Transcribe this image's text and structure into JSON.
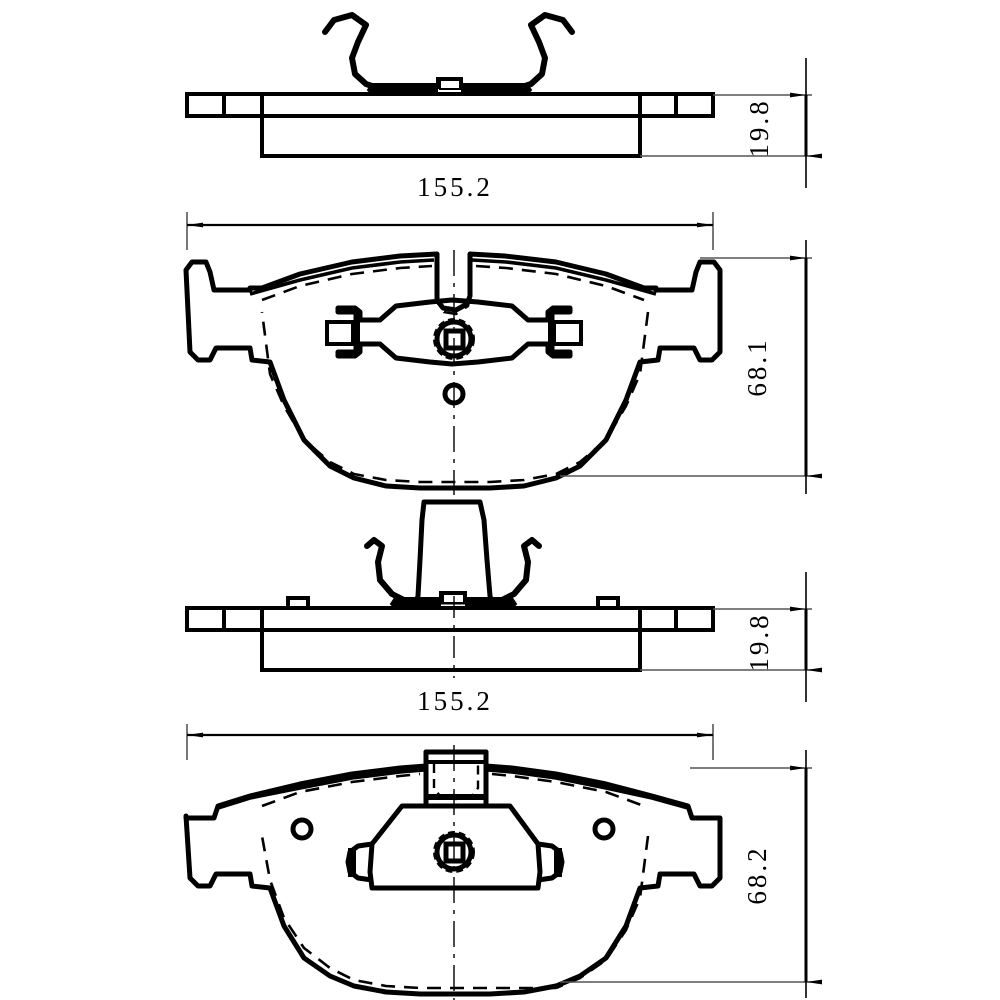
{
  "drawing": {
    "title": "Brake Pad Set Technical Drawing",
    "background_color": "#ffffff",
    "line_color": "#000000",
    "thin_line_color": "#555555",
    "views": [
      {
        "name": "upper-edge-view",
        "description": "Edge (side) view of upper brake pad with retaining spring clip",
        "width_dimension": "155.2",
        "thickness_dimension": "19.8"
      },
      {
        "name": "upper-plan-view",
        "description": "Plan (face) view of upper brake pad with backing plate and square center hole",
        "width_dimension": "155.2",
        "height_dimension": "68.1"
      },
      {
        "name": "lower-edge-view",
        "description": "Edge (side) view of lower brake pad with wear sensor tab and spring clip",
        "width_dimension": "155.2",
        "thickness_dimension": "19.8"
      },
      {
        "name": "lower-plan-view",
        "description": "Plan (face) view of lower brake pad with wear sensor tab and backing plate",
        "width_dimension": "155.2",
        "height_dimension": "68.2"
      }
    ],
    "dimensions": {
      "upper_edge_width": "155.2",
      "upper_edge_thickness": "19.8",
      "upper_pad_height": "68.1",
      "lower_edge_width": "155.2",
      "lower_edge_thickness": "19.8",
      "lower_pad_height": "68.2"
    }
  }
}
